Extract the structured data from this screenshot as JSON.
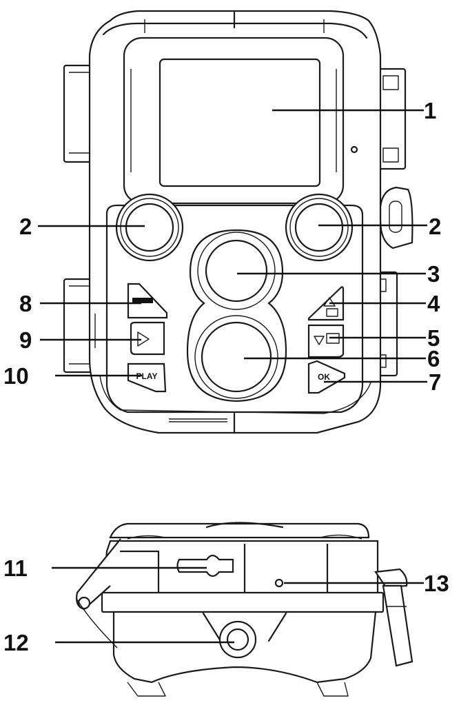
{
  "callouts": [
    {
      "num": "1"
    },
    {
      "num": "2"
    },
    {
      "num": "2"
    },
    {
      "num": "3"
    },
    {
      "num": "4"
    },
    {
      "num": "5"
    },
    {
      "num": "6"
    },
    {
      "num": "7"
    },
    {
      "num": "8"
    },
    {
      "num": "9"
    },
    {
      "num": "10"
    },
    {
      "num": "11"
    },
    {
      "num": "12"
    },
    {
      "num": "13"
    }
  ],
  "buttons": {
    "play": "PLAY",
    "ok": "OK"
  }
}
